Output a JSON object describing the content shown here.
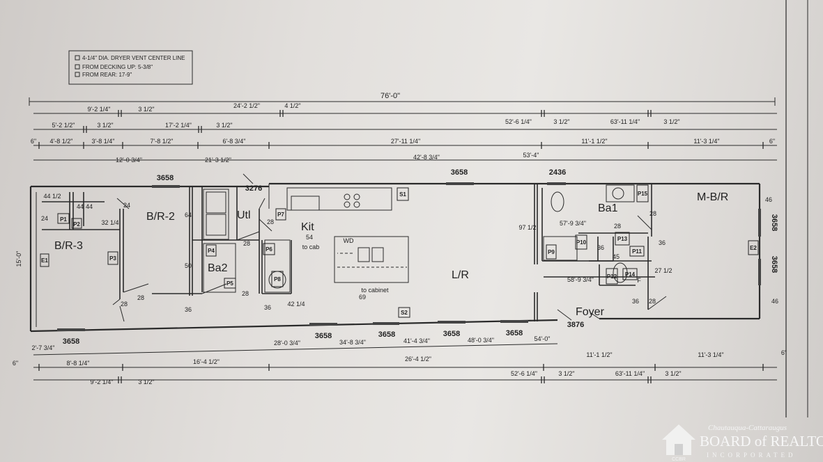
{
  "legend": {
    "line1": "4-1/4\" DIA. DRYER VENT CENTER LINE",
    "line2": "FROM DECKING UP: 5-3/8\"",
    "line3": "FROM REAR: 17-9\""
  },
  "overall": "76'-0\"",
  "top_dims": {
    "r1a": "9'-2 1/4\"",
    "r1b": "3 1/2\"",
    "r1c": "24'-2 1/2\"",
    "r1d": "4 1/2\"",
    "r1e": "52'-6 1/4\"",
    "r1f": "3 1/2\"",
    "r1g": "63'-11 1/4\"",
    "r1h": "3 1/2\"",
    "r2a": "5'-2 1/2\"",
    "r2b": "3 1/2\"",
    "r2c": "17'-2 1/4\"",
    "r2d": "3 1/2\"",
    "r3a": "6\"",
    "r3b": "4'-8 1/2\"",
    "r3c": "3'-8 1/4\"",
    "r3d": "7'-8 1/2\"",
    "r3e": "6'-8 3/4\"",
    "r3f": "27'-11 1/4\"",
    "r3g": "11'-1 1/2\"",
    "r3h": "11'-3 1/4\"",
    "r3i": "6\"",
    "r4a": "12'-0 3/4\"",
    "r4b": "21'-3 1/2\"",
    "r4c": "42'-8 3/4\"",
    "r4d": "53'-4\""
  },
  "windows": {
    "w1": "3658",
    "w2": "3276",
    "w3": "3658",
    "w4": "2436",
    "w5": "3658",
    "w6": "3658",
    "w7": "3658",
    "w8": "3658",
    "w9": "3658",
    "w10": "3658",
    "w11": "3658",
    "door": "3876"
  },
  "rooms": {
    "br3": "B/R-3",
    "br2": "B/R-2",
    "utl": "Utl",
    "ba2": "Ba2",
    "kit": "Kit",
    "lr": "L/R",
    "ba1": "Ba1",
    "mbr": "M-B/R",
    "foyer": "Foyer"
  },
  "plumbing": {
    "p1": "P1",
    "p2": "P2",
    "p3": "P3",
    "p4": "P4",
    "p5": "P5",
    "p6": "P6",
    "p7": "P7",
    "p8": "P8",
    "p9": "P9",
    "p10": "P10",
    "p11": "P11",
    "p12": "P12",
    "p13": "P13",
    "p14": "P14",
    "p15": "P15",
    "e1": "E1",
    "e2": "E2",
    "s1": "S1",
    "s2": "S2"
  },
  "interior_dims": {
    "a1": "44 1/2",
    "a2": "44",
    "a3": "44",
    "a4": "32 1/4",
    "a5": "24",
    "a6": "24",
    "a7": "64",
    "a8": "50",
    "a9": "36",
    "a10": "28",
    "a11": "28",
    "a12": "28",
    "a13": "28",
    "a14": "54",
    "a15": "to cab",
    "a16": "WD",
    "a17": "69",
    "a18": "to cabinet",
    "a19": "36",
    "a20": "42 1/4",
    "a21": "97 1/2",
    "a22": "57'-9 3/4\"",
    "a23": "28",
    "a24": "36",
    "a25": "45",
    "a26": "36",
    "a27": "58'-9 3/4\"",
    "a28": "27 1/2",
    "a29": "F",
    "a30": "36",
    "a31": "28",
    "a32": "28",
    "a33": "46",
    "a34": "46",
    "a35": "15'-0\"",
    "a36": "28"
  },
  "bottom_dims": {
    "b1": "2'-7 3/4\"",
    "b2": "28'-0 3/4\"",
    "b3": "34'-8 3/4\"",
    "b4": "41'-4 3/4\"",
    "b5": "48'-0 3/4\"",
    "b6": "54'-0\"",
    "c1": "6\"",
    "c2": "8'-8 1/4\"",
    "c3": "16'-4 1/2\"",
    "c4": "26'-4 1/2\"",
    "c5": "11'-1 1/2\"",
    "c6": "11'-3 1/4\"",
    "c7": "6\"",
    "d1": "9'-2 1/4\"",
    "d2": "3 1/2\"",
    "d3": "52'-6 1/4\"",
    "d4": "3 1/2\"",
    "d5": "63'-11 1/4\"",
    "d6": "3 1/2\""
  },
  "logo": {
    "line1": "Chautauqua-Cattaraugus",
    "line2": "BOARD of REALTORS",
    "line3": "INCORPORATED",
    "mark": "CCBR"
  }
}
